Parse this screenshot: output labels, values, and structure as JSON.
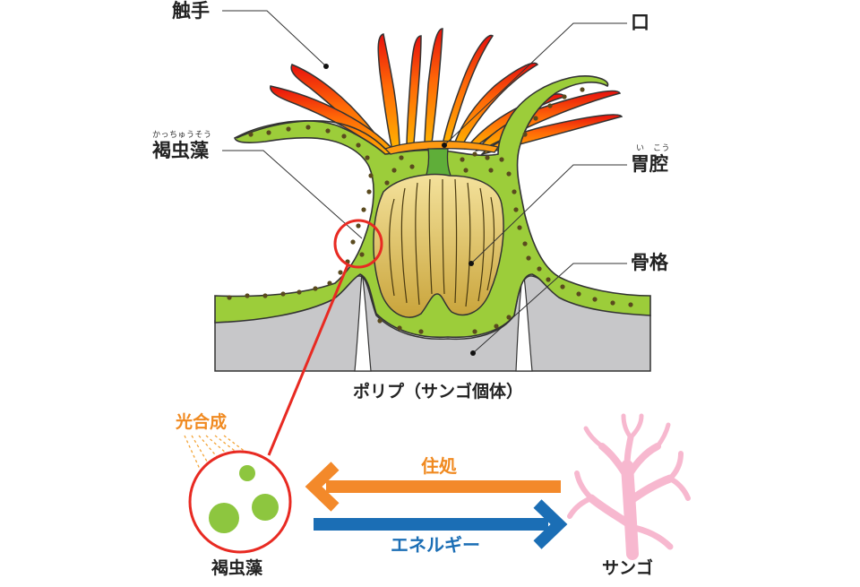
{
  "labels": {
    "tentacle": "触手",
    "mouth": "口",
    "zoox": "褐虫藻",
    "zoox_ruby": "かっちゅうそう",
    "gastric": "胃腔",
    "gastric_ruby": "い　こう",
    "skeleton": "骨格",
    "polyp_caption": "ポリプ（サンゴ個体）",
    "photosynthesis": "光合成",
    "housing": "住処",
    "energy": "エネルギー",
    "zoox_bottom": "褐虫藻",
    "coral": "サンゴ"
  },
  "colors": {
    "tissue": "#9ccd3a",
    "tentacle_base": "#ffb400",
    "tentacle_tip": "#e8100d",
    "stomach": "#e0c25e",
    "skeleton": "#c7c7c9",
    "highlight": "#e82a22",
    "arrow_orange": "#f3892a",
    "arrow_blue": "#1b6eb5",
    "coral_pink": "#f7b8cf",
    "alga_green": "#8dc63f"
  },
  "icons": [
    "polyp-illustration",
    "coral-branch-icon",
    "algae-cell-icon"
  ]
}
